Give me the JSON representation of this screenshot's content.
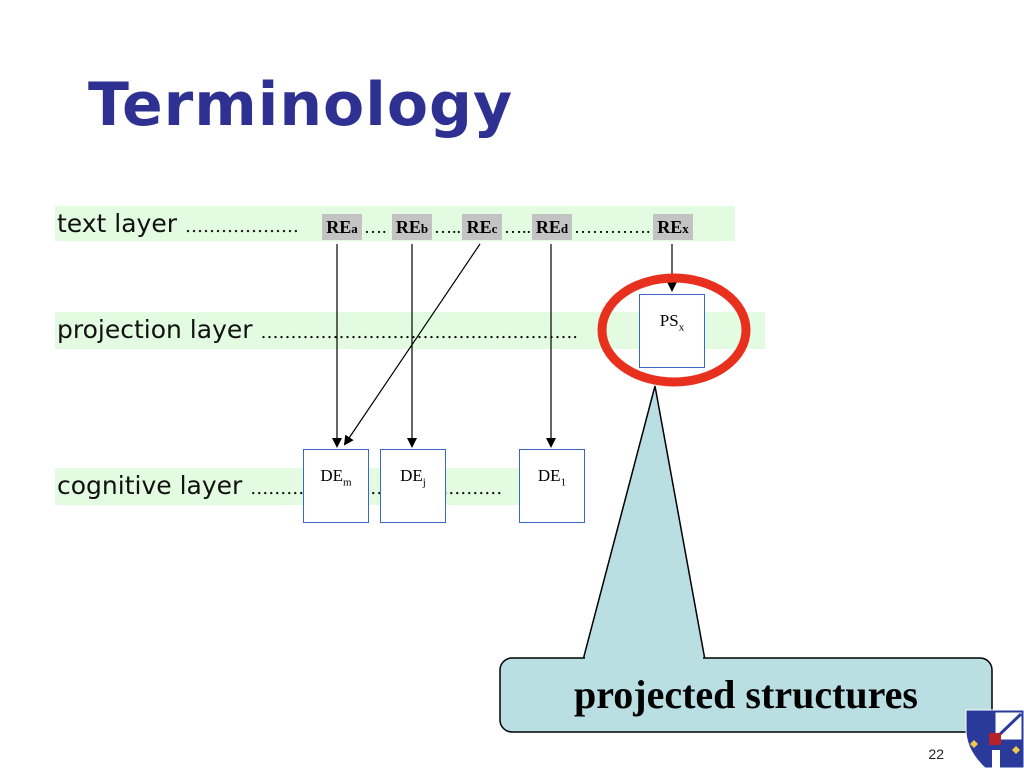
{
  "slide": {
    "title": "Terminology",
    "page_number": "22"
  },
  "layers": {
    "text": {
      "label": "text layer",
      "dots": "………………."
    },
    "projection": {
      "label": "projection layer",
      "dots": "…………………………………………….."
    },
    "cognitive": {
      "label": "cognitive layer",
      "dots": "……………………………………"
    }
  },
  "referring_expressions": [
    {
      "base": "RE",
      "sub": "a"
    },
    {
      "base": "RE",
      "sub": "b"
    },
    {
      "base": "RE",
      "sub": "c"
    },
    {
      "base": "RE",
      "sub": "d"
    },
    {
      "base": "RE",
      "sub": "x"
    }
  ],
  "separators": [
    "….",
    "…..",
    "…..",
    "…………."
  ],
  "projected_structure": {
    "base": "PS",
    "sub": "x"
  },
  "discourse_entities": [
    {
      "base": "DE",
      "sub": "m"
    },
    {
      "base": "DE",
      "sub": "j"
    },
    {
      "base": "DE",
      "sub": "1"
    }
  ],
  "callout": {
    "text": "projected structures"
  },
  "colors": {
    "title": "#2e3192",
    "layer_band": "#e3fbe0",
    "re_box": "#c3c3c3",
    "node_border": "#3b67c9",
    "highlight_ellipse": "#e8301f",
    "callout_fill": "#b9dfe2"
  },
  "logo": {
    "icon": "crest-icon"
  }
}
